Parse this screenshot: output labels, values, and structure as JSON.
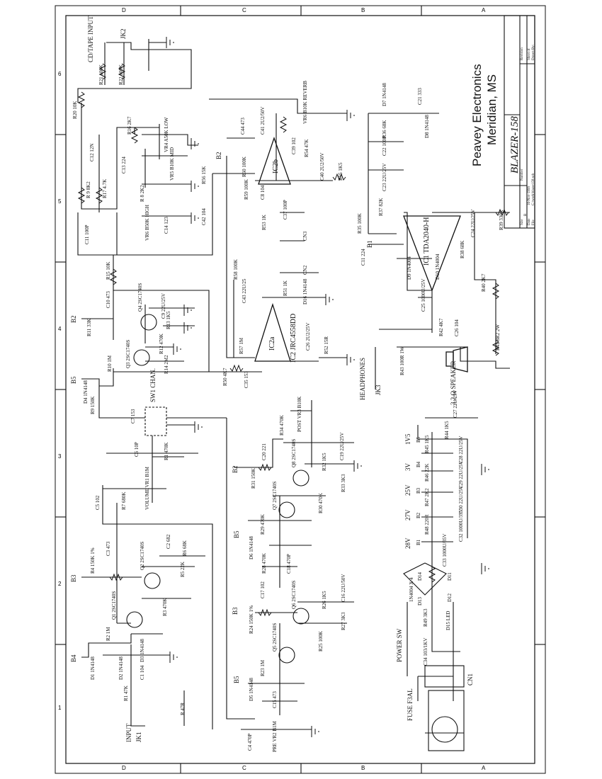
{
  "title_block": {
    "company": "Peavey Electronics",
    "city": "Meridian, MS",
    "model": "BLAZER-158",
    "field_size": "Size",
    "field_number": "Number",
    "field_date": "Date",
    "field_file": "File",
    "field_revision": "Revision",
    "field_sheet": "Sheet of",
    "field_drawn": "Drawn By:",
    "size_value": "B",
    "date_value": "16-Nov-1999",
    "file_value": "C:\\work\\blazer158.sch"
  },
  "border": {
    "letters": [
      "D",
      "C",
      "B",
      "A"
    ],
    "numbers": [
      "6",
      "5",
      "4",
      "3",
      "2",
      "1"
    ]
  },
  "connectors": {
    "cd_tape": "CD/TAPE INPUT",
    "jk2": "JK2",
    "input": "INPUT",
    "jk1": "JK1",
    "headphones": "HEADPHONES",
    "jk3": "JK3",
    "speaker": "3.2 Ω SPEAKER",
    "power_sw": "POWER SW",
    "fuse": "FUSE F3AL",
    "cn1": "CN1",
    "cn2": "CN2",
    "cn3": "CN3",
    "sw1": "SW1 CHAN."
  },
  "ics": {
    "ic2b": "IC2b",
    "ic2a": "IC2a",
    "ic2_part": "IC2 JRC4558DD",
    "ic1": "IC1 TDA2040-H"
  },
  "pots": {
    "vr1": "VOLUME VR1 B1M",
    "vr2": "PRE VR2 B1M",
    "vr3": "POST VR3 B10K",
    "vr4": "VR4 A50K LOW",
    "vr5": "VR5 B10K MID",
    "vr6": "VR6 B50K HIGH",
    "vr6b": "VR6 B10K REVERB"
  },
  "rails": {
    "b1": "B1",
    "b2": "B2",
    "b3": "B3",
    "b4": "B4",
    "b5": "B5",
    "v1": "1V5",
    "v2": "3V",
    "v3": "25V",
    "v4": "27V",
    "v5": "28V"
  },
  "power": {
    "rect": "1N4004 X 4",
    "led": "D15 LED",
    "c34": "C34 103/1KV"
  },
  "parts": [
    "R20 10K",
    "R21 100K",
    "R22 100K",
    "R16 2K7",
    "C12 12N",
    "C13 224",
    "R 9 8K2",
    "R17 4.7K",
    "R 8 2K2",
    "C11 100P",
    "C14 123",
    "R15 10K",
    "C10 473",
    "Q3 2SC1740S",
    "Q4 2SC1740S",
    "C9 22U/25V",
    "R13 1K5",
    "R11 33K",
    "R12 470K",
    "R10 1M",
    "R14 2M2",
    "D4 1N4148",
    "R9 150K",
    "C7 153",
    "C6 10P",
    "R1 470K",
    "C5 102",
    "R7 680K",
    "C3 473",
    "C2 682",
    "R6 68K",
    "R4 150K 1%",
    "Q2 2SC1740S",
    "R5 22K",
    "Q1 2SC1740S",
    "R3 470K",
    "R2 1M",
    "D1 1N4148",
    "D2 1N4148",
    "D3 1N4148",
    "C1 104",
    "R1 47K",
    "R 47R",
    "C4 470P",
    "C41 2U2/50V",
    "C44 473",
    "R60 100K",
    "C39 102",
    "R54 47K",
    "C40 2U2/50V",
    "R55 1K5",
    "R56 15K",
    "C42 104",
    "R59 100K",
    "C8 104",
    "R53 1K",
    "C37 100P",
    "R58 100K",
    "C43 22U/25",
    "R51 1K",
    "D16 1N4148",
    "R57 1M",
    "C26 2U2/25V",
    "R52 15R",
    "R50 4K7",
    "C35 153",
    "R34 470K",
    "C20 221",
    "Q8 2SC1740S",
    "C19 22U/25V",
    "R32 1K5",
    "R31 150K",
    "Q7 2SC1740S",
    "R33 3K3",
    "R30 470K",
    "R29 470K",
    "D6 1N4148",
    "R28 470K",
    "C18 470P",
    "C17 102",
    "Q6 2SC1740S",
    "C16 22U/50V",
    "R26 1K5",
    "R24 150K 1%",
    "Q5 2SC1740S",
    "R27 3K3",
    "R25 100K",
    "R23 1M",
    "D5 1N4148",
    "C15 473",
    "D7 1N4148",
    "C21 333",
    "D8 1N4148",
    "R36 68K",
    "C22 100P",
    "C23 22U/25V",
    "R37 82K",
    "R35 100K",
    "C11 224",
    "D9 1N4004",
    "D10 1N4004",
    "R38 68K",
    "C24 22U/25V",
    "R39 330R",
    "C25 1000U/25V",
    "R42 4K7",
    "C26 104",
    "R40 2K7",
    "R41 8R2 2W",
    "R43 100R 1W",
    "C27 22U/25V",
    "R44 1K5",
    "C28 22U/25V",
    "R45 1K5",
    "R46 22K",
    "C29 22U/25V",
    "R47 2K2",
    "C30 22U/25V",
    "R48 220R",
    "C32 1000U/35V",
    "C33 1000U/35V",
    "D11",
    "D12",
    "D13",
    "D14",
    "R49 3K3"
  ]
}
